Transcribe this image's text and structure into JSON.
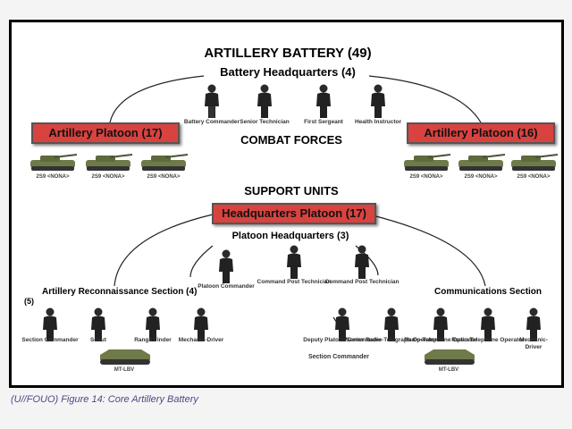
{
  "title": "ARTILLERY BATTERY (49)",
  "battery_hq": {
    "label": "Battery Headquarters (4)",
    "members": [
      "Battery Commander",
      "Senior Technician",
      "First Sergeant",
      "Health Instructor"
    ]
  },
  "combat_forces": {
    "label": "COMBAT FORCES",
    "left_platoon": {
      "label": "Artillery Platoon (17)",
      "vehicles": [
        "2S9 <NONA>",
        "2S9 <NONA>",
        "2S9 <NONA>"
      ]
    },
    "right_platoon": {
      "label": "Artillery Platoon (16)",
      "vehicles": [
        "2S9 <NONA>",
        "2S9 <NONA>",
        "2S9 <NONA>"
      ]
    }
  },
  "support_units": {
    "label": "SUPPORT UNITS",
    "hq_platoon": "Headquarters Platoon (17)",
    "platoon_hq": {
      "label": "Platoon Headquarters (3)",
      "members": [
        "Platoon Commander",
        "Command Post Technician",
        "Command Post Technician"
      ]
    },
    "recon_section": {
      "label": "Artillery Reconnaissance Section (4)",
      "count": "(5)",
      "members": [
        "Section Commander",
        "Scout",
        "Range Finder",
        "Mechanic-Driver"
      ],
      "vehicle": "MT-LBV"
    },
    "comms_section": {
      "label": "Communications Section",
      "left_members": [
        "Deputy Platoon Commander",
        "Senior Radio-Telegraph Operator"
      ],
      "left_sub": "Section Commander",
      "right_members": [
        "Radio-Telephone Operator",
        "Radio-Telephone Operator",
        "Mechanic-Driver"
      ],
      "vehicle": "MT-LBV"
    }
  },
  "caption": "(U//FOUO) Figure 14: Core Artillery Battery"
}
